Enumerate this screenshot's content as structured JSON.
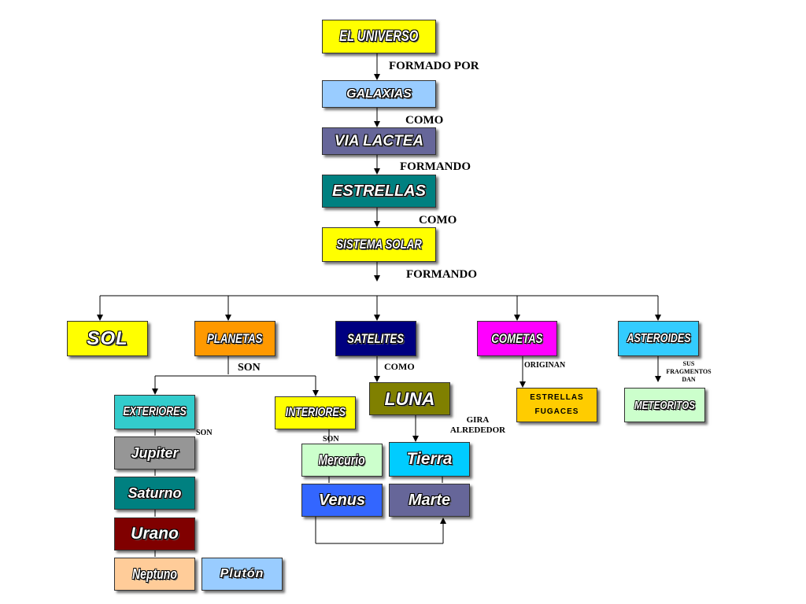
{
  "nodes": {
    "universo": "EL UNIVERSO",
    "galaxias": "GALAXIAS",
    "via_lactea": "VIA LACTEA",
    "estrellas": "ESTRELLAS",
    "sistema_solar": "SISTEMA SOLAR",
    "sol": "SOL",
    "planetas": "PLANETAS",
    "satelites": "SATELITES",
    "cometas": "COMETAS",
    "asteroides": "ASTEROIDES",
    "exteriores": "EXTERIORES",
    "interiores": "INTERIORES",
    "luna": "LUNA",
    "estrellas_fugaces": "ESTRELLAS FUGACES",
    "meteoritos": "METEORITOS",
    "jupiter": "Jupiter",
    "saturno": "Saturno",
    "urano": "Urano",
    "neptuno": "Neptuno",
    "pluton": "Plutón",
    "mercurio": "Mercurio",
    "venus": "Venus",
    "tierra": "Tierra",
    "marte": "Marte"
  },
  "links": {
    "formado_por": "FORMADO POR",
    "como_1": "COMO",
    "formando_1": "FORMANDO",
    "como_2": "COMO",
    "formando_2": "FORMANDO",
    "son_planetas": "SON",
    "como_satelites": "COMO",
    "originan": "ORIGINAN",
    "sus_fragmentos_dan": "SUS FRAGMENTOS DAN",
    "son_exteriores": "SON",
    "son_interiores": "SON",
    "gira_alrededor": "GIRA ALREDEDOR"
  },
  "colors": {
    "yellow": "#ffff00",
    "light_blue": "#99ccff",
    "slate": "#666699",
    "teal": "#008080",
    "orange": "#ff9900",
    "navy": "#000080",
    "magenta": "#ff00ff",
    "sky": "#33ccff",
    "turquoise": "#33cccc",
    "olive": "#808000",
    "gold": "#ffcc00",
    "pale_green": "#ccffcc",
    "gray": "#969696",
    "maroon": "#800000",
    "peach": "#ffcc99",
    "blue": "#3366ff",
    "cyan": "#00ccff"
  }
}
